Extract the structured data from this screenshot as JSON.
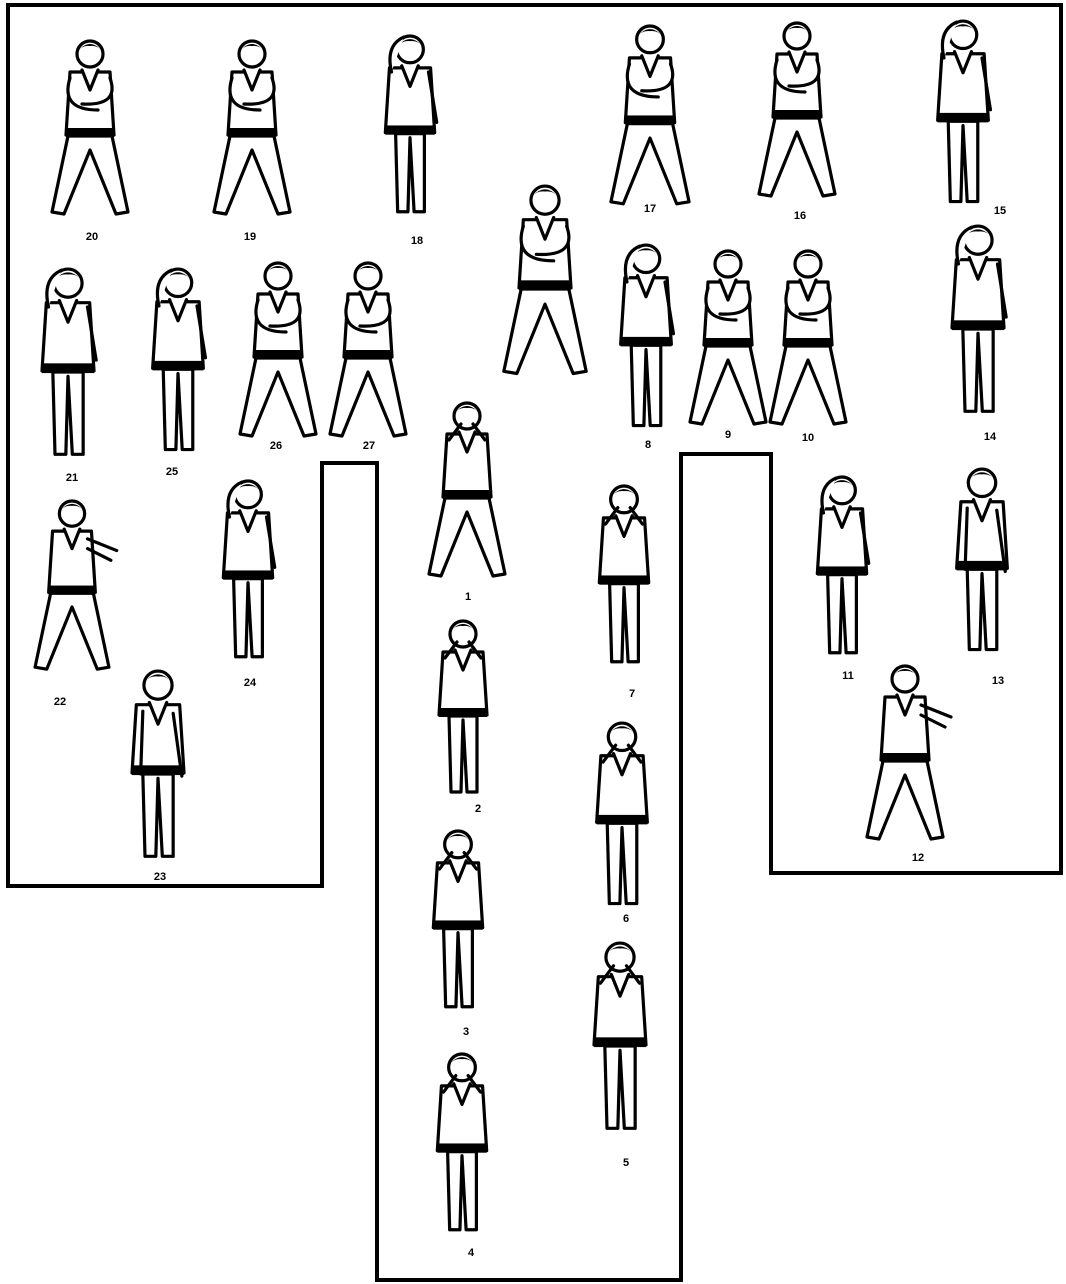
{
  "diagram": {
    "style": "black-and-white line drawing",
    "colors": {
      "ink": "#000000",
      "background": "#ffffff"
    },
    "steps": [
      {
        "label": "1"
      },
      {
        "label": "2"
      },
      {
        "label": "3"
      },
      {
        "label": "4"
      },
      {
        "label": "5"
      },
      {
        "label": "6"
      },
      {
        "label": "7"
      },
      {
        "label": "8"
      },
      {
        "label": "9"
      },
      {
        "label": "10"
      },
      {
        "label": "11"
      },
      {
        "label": "12"
      },
      {
        "label": "13"
      },
      {
        "label": "14"
      },
      {
        "label": "15"
      },
      {
        "label": "16"
      },
      {
        "label": "17"
      },
      {
        "label": "18"
      },
      {
        "label": "19"
      },
      {
        "label": "20"
      },
      {
        "label": "21"
      },
      {
        "label": "22"
      },
      {
        "label": "23"
      },
      {
        "label": "24"
      },
      {
        "label": "25"
      },
      {
        "label": "26"
      },
      {
        "label": "27"
      }
    ],
    "unlabeled_figures": 1
  }
}
